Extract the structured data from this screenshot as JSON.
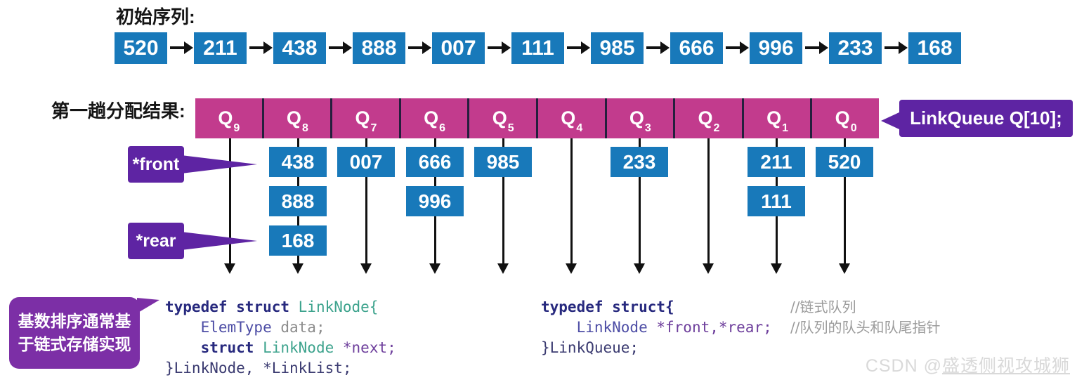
{
  "header": {
    "initial_label": "初始序列:",
    "pass_label": "第一趟分配结果:"
  },
  "initial_sequence": [
    "520",
    "211",
    "438",
    "888",
    "007",
    "111",
    "985",
    "666",
    "996",
    "233",
    "168"
  ],
  "queues": [
    {
      "name": "Q9",
      "base": "Q",
      "sub": "9",
      "values": []
    },
    {
      "name": "Q8",
      "base": "Q",
      "sub": "8",
      "values": [
        "438",
        "888",
        "168"
      ]
    },
    {
      "name": "Q7",
      "base": "Q",
      "sub": "7",
      "values": [
        "007"
      ]
    },
    {
      "name": "Q6",
      "base": "Q",
      "sub": "6",
      "values": [
        "666",
        "996"
      ]
    },
    {
      "name": "Q5",
      "base": "Q",
      "sub": "5",
      "values": [
        "985"
      ]
    },
    {
      "name": "Q4",
      "base": "Q",
      "sub": "4",
      "values": []
    },
    {
      "name": "Q3",
      "base": "Q",
      "sub": "3",
      "values": [
        "233"
      ]
    },
    {
      "name": "Q2",
      "base": "Q",
      "sub": "2",
      "values": []
    },
    {
      "name": "Q1",
      "base": "Q",
      "sub": "1",
      "values": [
        "211",
        "111"
      ]
    },
    {
      "name": "Q0",
      "base": "Q",
      "sub": "0",
      "values": [
        "520"
      ]
    }
  ],
  "callouts": {
    "linkqueue": "LinkQueue Q[10];",
    "front": "*front",
    "rear": "*rear",
    "note_line1": "基数排序通常基",
    "note_line2": "于链式存储实现"
  },
  "code_left": {
    "lines": [
      {
        "tokens": [
          {
            "t": "typedef struct ",
            "c": "kw"
          },
          {
            "t": "LinkNode{",
            "c": "type"
          }
        ]
      },
      {
        "tokens": [
          {
            "t": "    ",
            "c": "plain"
          },
          {
            "t": "ElemType ",
            "c": "id"
          },
          {
            "t": "data;",
            "c": "var"
          }
        ]
      },
      {
        "tokens": [
          {
            "t": "    ",
            "c": "plain"
          },
          {
            "t": "struct ",
            "c": "kw"
          },
          {
            "t": "LinkNode ",
            "c": "type"
          },
          {
            "t": "*next;",
            "c": "ptr"
          }
        ]
      },
      {
        "tokens": [
          {
            "t": "}LinkNode, *LinkList;",
            "c": "plain"
          }
        ]
      }
    ]
  },
  "code_right": {
    "lines": [
      {
        "tokens": [
          {
            "t": "typedef struct{",
            "c": "kw"
          }
        ],
        "comment": "//链式队列"
      },
      {
        "tokens": [
          {
            "t": "    ",
            "c": "plain"
          },
          {
            "t": "LinkNode ",
            "c": "id"
          },
          {
            "t": "*front,*rear;",
            "c": "ptr"
          }
        ],
        "comment": "//队列的队头和队尾指针"
      },
      {
        "tokens": [
          {
            "t": "}LinkQueue;",
            "c": "plain"
          }
        ]
      }
    ]
  },
  "watermark": {
    "prefix": "CSDN @",
    "name": "盛透侧视攻城狮"
  },
  "colors": {
    "node_blue": "#1879ba",
    "queue_magenta": "#c23b8d",
    "callout_purple": "#5e24a3",
    "note_purple": "#7c2fa6",
    "arrow_black": "#111111",
    "code_keyword": "#27297e",
    "code_type": "#3da38d",
    "code_identifier": "#4d4da5",
    "code_pointer": "#6e3f9c",
    "code_plain": "#3a3a70",
    "code_comment": "#9b9b9b",
    "code_value": "#8c8c8c",
    "watermark_gray": "#d9d9d9"
  }
}
